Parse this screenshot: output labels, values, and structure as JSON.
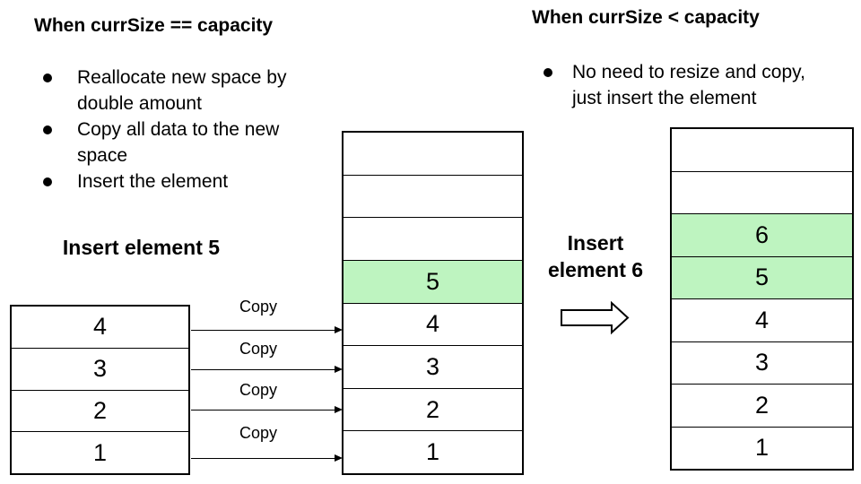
{
  "left_panel": {
    "heading": "When currSize == capacity",
    "bullets": [
      "Reallocate new space by double amount",
      "Copy all data to the new space",
      "Insert the element"
    ],
    "action_label": "Insert element 5"
  },
  "right_panel": {
    "heading": "When currSize < capacity",
    "bullets": [
      "No need to resize and copy, just insert the element"
    ],
    "action_label": "Insert element 6"
  },
  "copy_labels": [
    "Copy",
    "Copy",
    "Copy",
    "Copy"
  ],
  "arrays": {
    "old_array": {
      "cells": [
        {
          "value": "4",
          "highlight": false
        },
        {
          "value": "3",
          "highlight": false
        },
        {
          "value": "2",
          "highlight": false
        },
        {
          "value": "1",
          "highlight": false
        }
      ]
    },
    "new_array": {
      "cells": [
        {
          "value": "",
          "highlight": false
        },
        {
          "value": "",
          "highlight": false
        },
        {
          "value": "",
          "highlight": false
        },
        {
          "value": "5",
          "highlight": true
        },
        {
          "value": "4",
          "highlight": false
        },
        {
          "value": "3",
          "highlight": false
        },
        {
          "value": "2",
          "highlight": false
        },
        {
          "value": "1",
          "highlight": false
        }
      ]
    },
    "result_array": {
      "cells": [
        {
          "value": "",
          "highlight": false
        },
        {
          "value": "",
          "highlight": false
        },
        {
          "value": "6",
          "highlight": true
        },
        {
          "value": "5",
          "highlight": true
        },
        {
          "value": "4",
          "highlight": false
        },
        {
          "value": "3",
          "highlight": false
        },
        {
          "value": "2",
          "highlight": false
        },
        {
          "value": "1",
          "highlight": false
        }
      ]
    }
  },
  "colors": {
    "highlight_green": "#bef4c0",
    "border": "#000000",
    "text": "#000000",
    "background": "#ffffff"
  }
}
